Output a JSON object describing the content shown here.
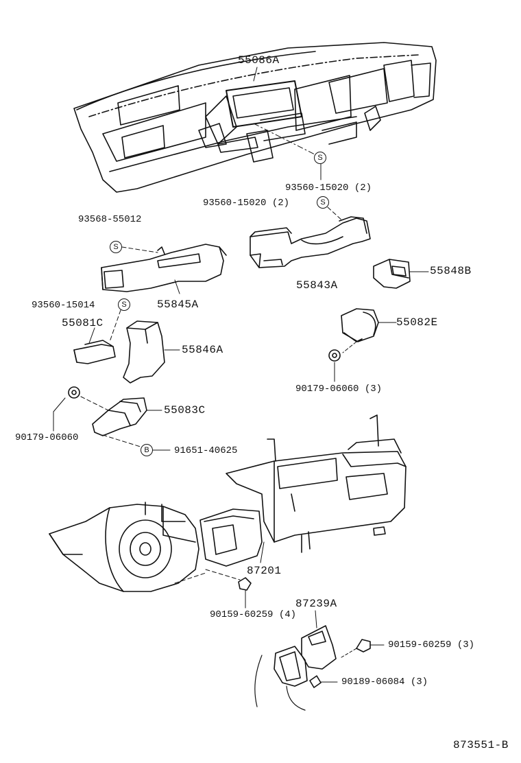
{
  "figure_id": "873551-B",
  "parts": {
    "p55086A": "55086A",
    "p93560_15020_a": "93560-15020 (2)",
    "p93560_15020_b": "93560-15020 (2)",
    "p93568_55012": "93568-55012",
    "p55843A": "55843A",
    "p55848B": "55848B",
    "p93560_15014": "93560-15014",
    "p55845A": "55845A",
    "p55081C": "55081C",
    "p55082E": "55082E",
    "p55846A": "55846A",
    "p90179_06060_3": "90179-06060 (3)",
    "p55083C": "55083C",
    "p90179_06060": "90179-06060",
    "p91651_40625": "91651-40625",
    "p87201": "87201",
    "p87239A": "87239A",
    "p90159_60259_4": "90159-60259 (4)",
    "p90159_60259_3": "90159-60259 (3)",
    "p90189_06084_3": "90189-06084 (3)"
  },
  "symbols": {
    "s": "S",
    "b": "B"
  }
}
